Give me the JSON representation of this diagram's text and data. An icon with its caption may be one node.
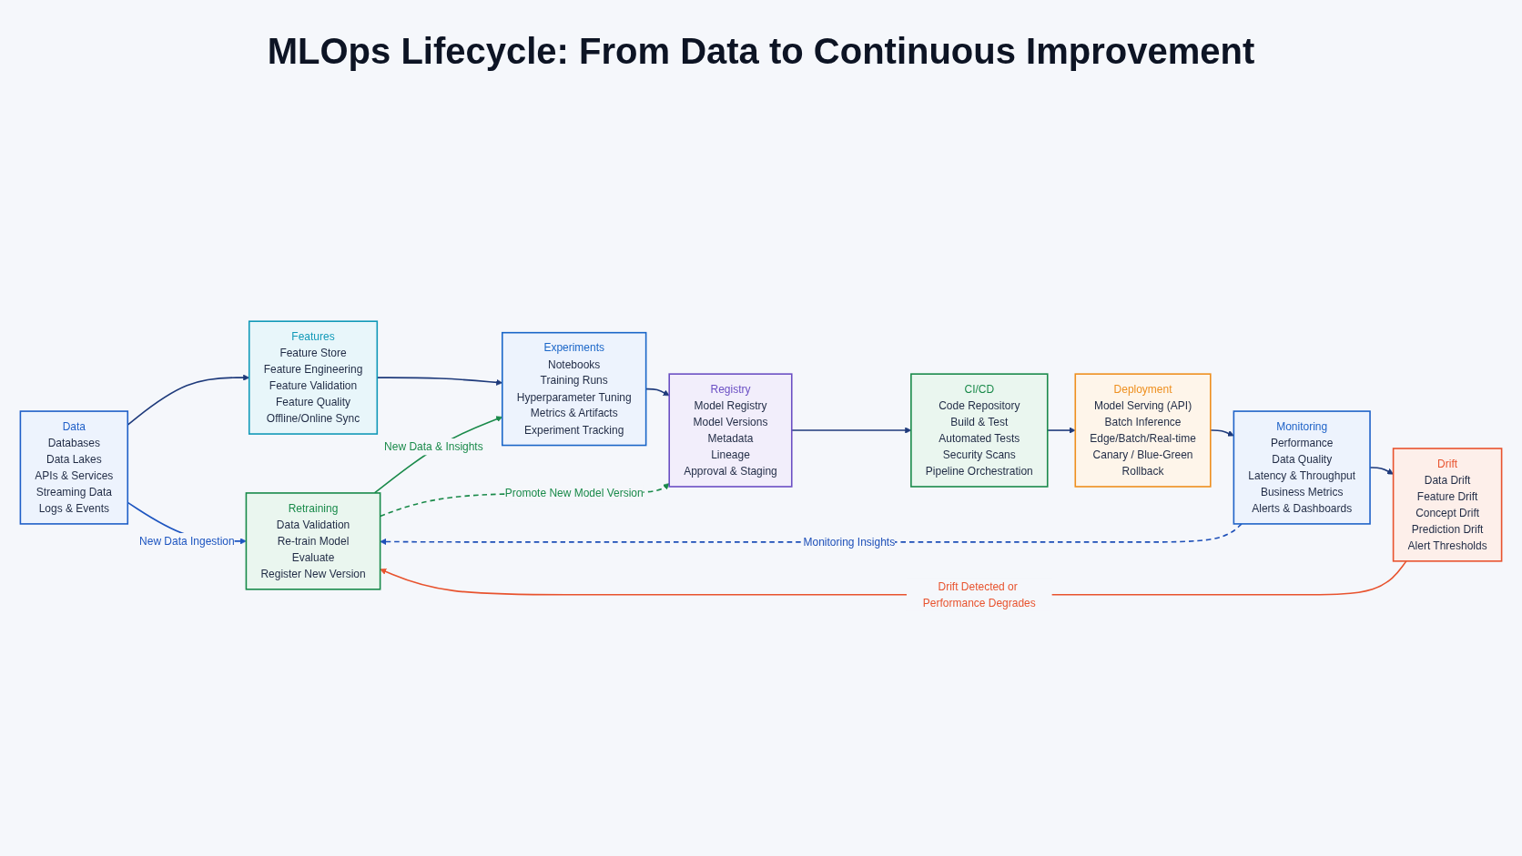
{
  "diagram": {
    "title": "MLOps Lifecycle: From Data to Continuous Improvement",
    "nodes": [
      {
        "text": [
          "Data",
          "Databases",
          "Data Lakes",
          "APIs & Services",
          "Streaming Data",
          "Logs & Events"
        ]
      },
      {
        "text": [
          "Features",
          "Feature Store",
          "Feature Engineering",
          "Feature Validation",
          "Feature Quality",
          "Offline/Online Sync"
        ]
      },
      {
        "text": [
          "Experiments",
          "Notebooks",
          "Training Runs",
          "Hyperparameter Tuning",
          "Metrics & Artifacts",
          "Experiment Tracking"
        ]
      },
      {
        "text": [
          "Registry",
          "Model Registry",
          "Model Versions",
          "Metadata",
          "Lineage",
          "Approval & Staging"
        ]
      },
      {
        "text": [
          "CI/CD",
          "Code Repository",
          "Build & Test",
          "Automated Tests",
          "Security Scans",
          "Pipeline Orchestration"
        ]
      },
      {
        "text": [
          "Deployment",
          "Model Serving (API)",
          "Batch Inference",
          "Edge/Batch/Real-time",
          "Canary / Blue-Green",
          "Rollback"
        ]
      },
      {
        "text": [
          "Monitoring",
          "Performance",
          "Data Quality",
          "Latency & Throughput",
          "Business Metrics",
          "Alerts & Dashboards"
        ]
      },
      {
        "text": [
          "Drift",
          "Data Drift",
          "Feature Drift",
          "Concept Drift",
          "Prediction Drift",
          "Alert Thresholds"
        ]
      },
      {
        "text": [
          "Retraining",
          "Data Validation",
          "Re-train Model",
          "Evaluate",
          "Register New Version"
        ]
      }
    ],
    "edges": [
      {
        "from": 0,
        "to": 1,
        "arrow": "to"
      },
      {
        "from": 1,
        "to": 2,
        "arrow": "to"
      },
      {
        "from": 2,
        "to": 3,
        "arrow": "to"
      },
      {
        "from": 3,
        "to": 4,
        "arrow": "to"
      },
      {
        "from": 4,
        "to": 5,
        "arrow": "to"
      },
      {
        "from": 5,
        "to": 6,
        "arrow": "to"
      },
      {
        "from": 6,
        "to": 7,
        "arrow": "to"
      },
      {
        "from": 0,
        "to": 8,
        "arrow": "to",
        "label": "New Data Ingestion",
        "color": "#1d55c0"
      },
      {
        "from": 8,
        "to": 2,
        "arrow": "to",
        "label": "New Data & Insights",
        "color": "#1a8a4a"
      },
      {
        "from": 8,
        "to": 3,
        "arrow": "to",
        "label": "Promote New Model Version",
        "style": "dashed",
        "color": "#1a8a4a"
      },
      {
        "from": 7,
        "to": 8,
        "arrow": "to",
        "label": "Drift Detected or Performance Degrades",
        "color": "#e8532e"
      },
      {
        "from": 6,
        "to": 8,
        "arrow": "to",
        "label": "Monitoring Insights",
        "style": "dashed",
        "color": "#1d4fb8"
      }
    ]
  }
}
